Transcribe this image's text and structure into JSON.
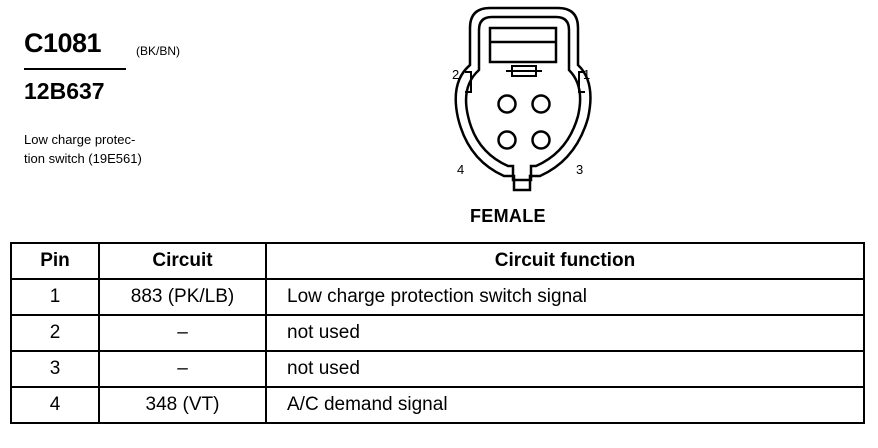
{
  "connector": {
    "id": "C1081",
    "color_code": "(BK/BN)",
    "part_number": "12B637",
    "description_lines": [
      "Low charge protec-",
      "tion switch (19E561)"
    ],
    "gender": "FEMALE",
    "pin_labels": {
      "p1": "1",
      "p2": "2",
      "p3": "3",
      "p4": "4"
    }
  },
  "table": {
    "headers": {
      "pin": "Pin",
      "circuit": "Circuit",
      "function": "Circuit function"
    },
    "rows": [
      {
        "pin": "1",
        "circuit": "883 (PK/LB)",
        "function": "Low charge protection switch signal"
      },
      {
        "pin": "2",
        "circuit": "–",
        "function": "not used"
      },
      {
        "pin": "3",
        "circuit": "–",
        "function": "not used"
      },
      {
        "pin": "4",
        "circuit": "348 (VT)",
        "function": "A/C demand signal"
      }
    ]
  }
}
